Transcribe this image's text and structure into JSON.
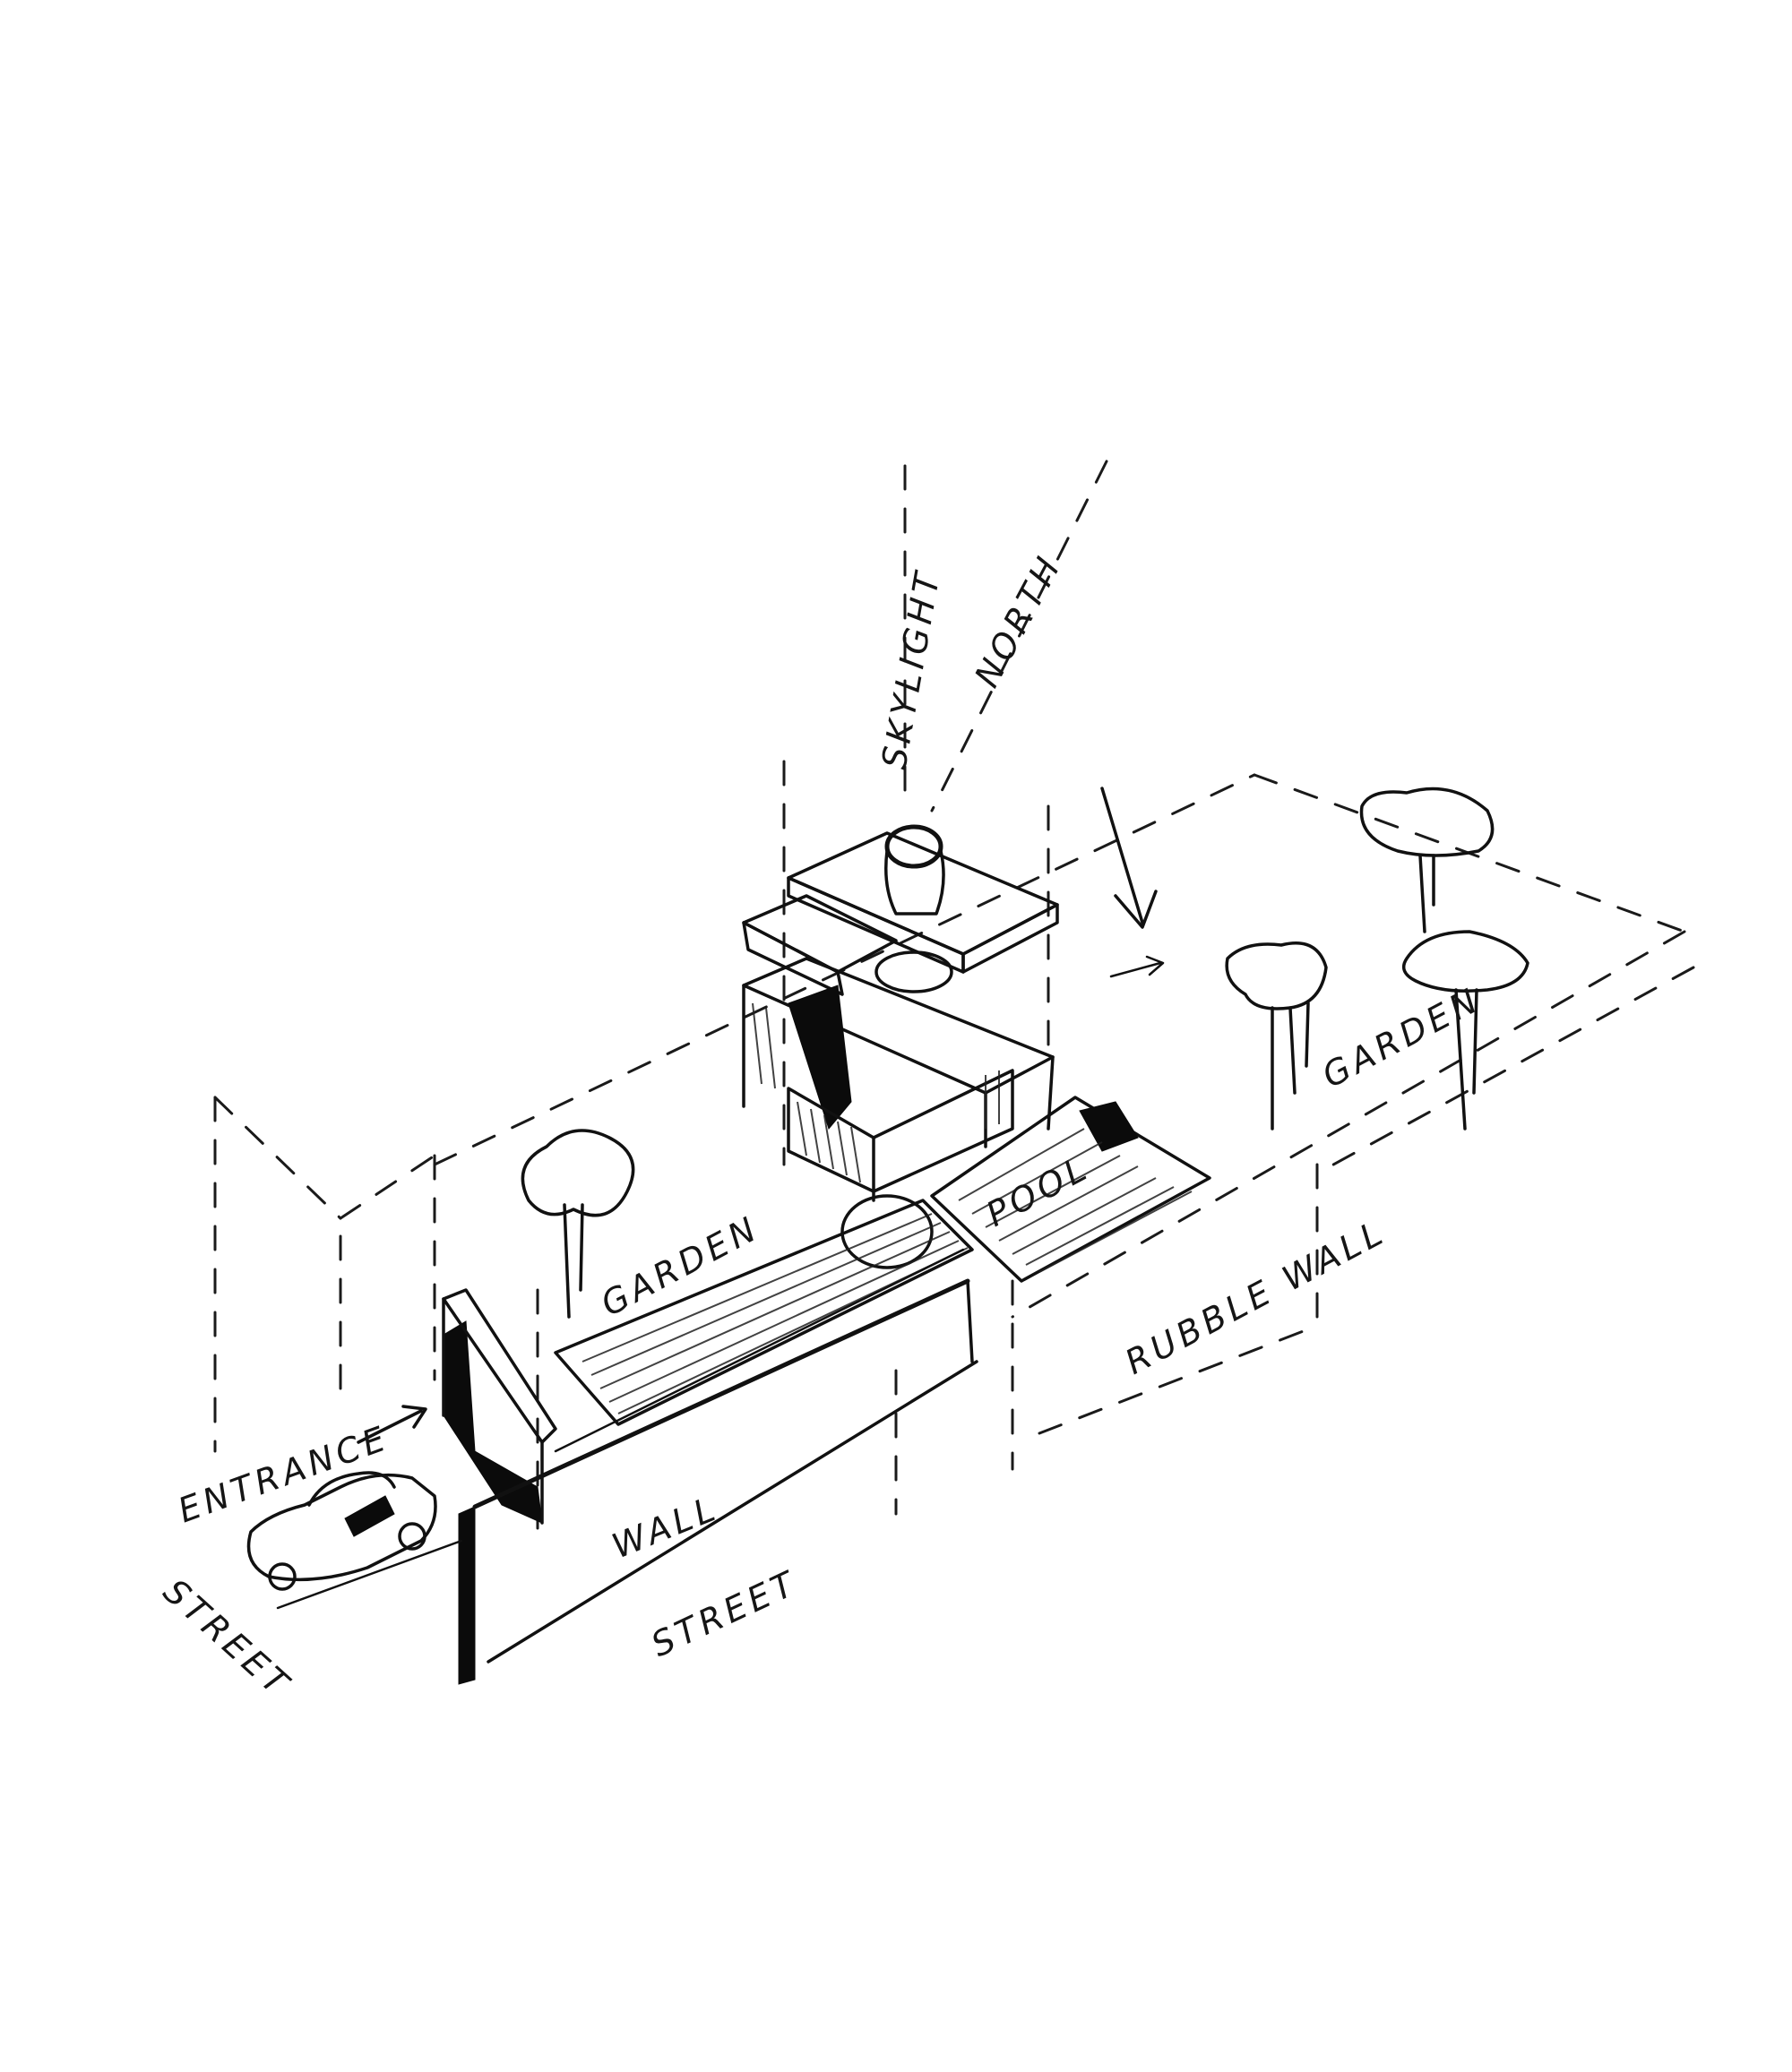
{
  "labels": {
    "skylight": "SKYLIGHT",
    "north": "NORTH",
    "garden_right": "GARDEN",
    "garden_left": "GARDEN",
    "pool": "POOL",
    "rubble_wall": "RUBBLE WALL",
    "entrance": "ENTRANCE",
    "wall": "WALL",
    "street_wall": "STREET",
    "street_road": "STREET"
  },
  "colors": {
    "ink": "#111111",
    "paper": "#ffffff"
  }
}
